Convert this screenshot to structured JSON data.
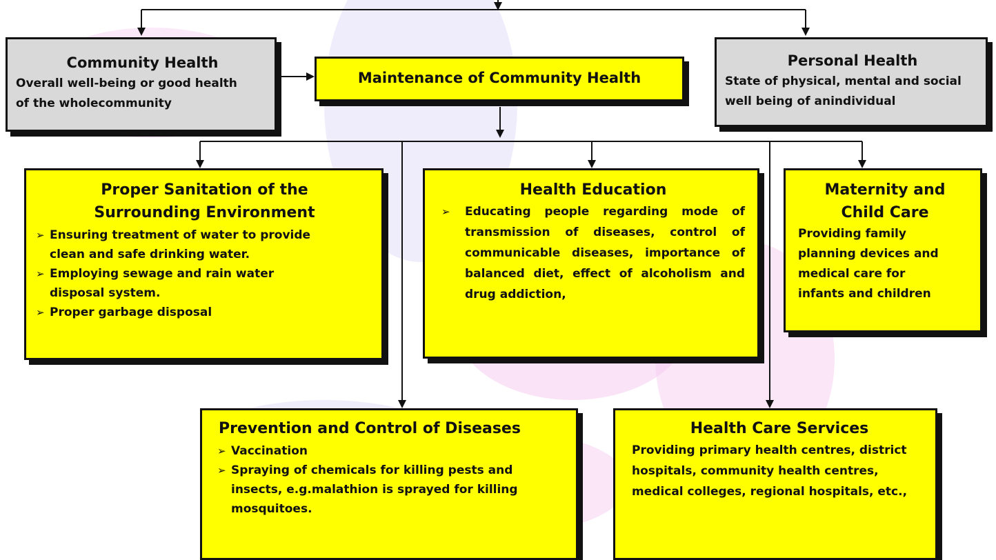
{
  "community_health": {
    "title": "Community Health",
    "desc": "Overall well-being or good health of the wholecommunity"
  },
  "maintenance": {
    "title": "Maintenance of Community Health"
  },
  "personal_health": {
    "title": "Personal Health",
    "desc": "State of physical, mental and social well being of anindividual"
  },
  "sanitation": {
    "title_line1": "Proper Sanitation of the",
    "title_line2": "Surrounding Environment",
    "items": [
      "Ensuring treatment of water to provide clean and safe drinking water.",
      "Employing sewage and rain water disposal system.",
      "Proper garbage disposal"
    ]
  },
  "education": {
    "title": "Health Education",
    "items": [
      "Educating people regarding mode of transmission of diseases, control of communicable diseases, importance of balanced diet, effect of alcoholism and drug addiction,"
    ]
  },
  "maternity": {
    "title_line1": "Maternity and",
    "title_line2": "Child Care",
    "desc": "Providing family planning devices and medical care for infants and children"
  },
  "prevention": {
    "title": "Prevention and Control of Diseases",
    "items": [
      "Vaccination",
      "Spraying of chemicals for killing pests and insects, e.g.malathion is sprayed for killing mosquitoes."
    ]
  },
  "care_services": {
    "title": "Health Care Services",
    "desc": "Providing primary health centres, district hospitals, community health centres, medical colleges, regional hospitals, etc.,"
  },
  "colors": {
    "box_fill": "#ffff00",
    "header_fill": "#d9d9d9",
    "border": "#111111",
    "watermark_pink": "#f6c8f0",
    "watermark_lavender": "#e0dcf7"
  }
}
